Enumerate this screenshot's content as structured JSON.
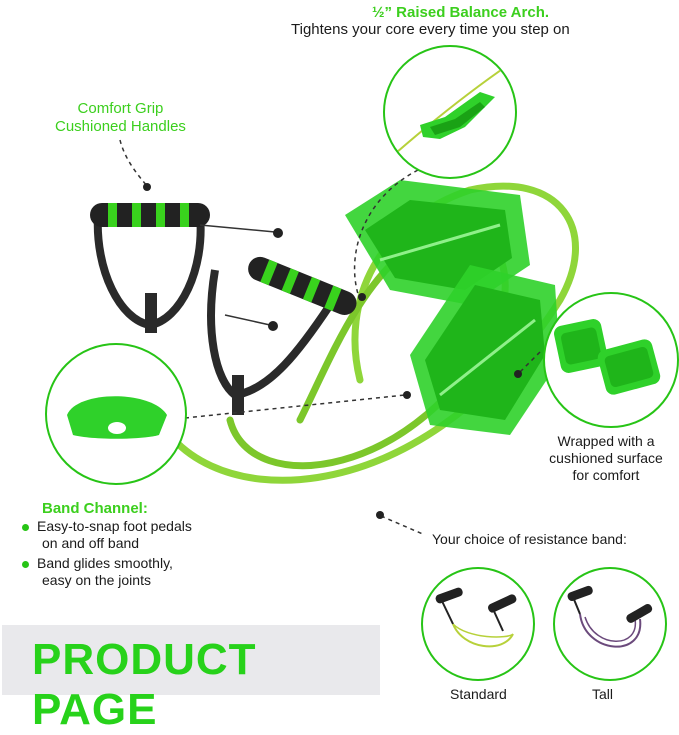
{
  "labels": {
    "arch_title": "½” Raised Balance Arch.",
    "arch_desc": "Tightens your core every time you step on",
    "grip_line1": "Comfort Grip",
    "grip_line2": "Cushioned Handles",
    "surface_line1": "Wrapped with a",
    "surface_line2": "cushioned surface",
    "surface_line3": "for comfort",
    "channel_title": "Band Channel:",
    "channel_bullet1_line1": "Easy-to-snap foot pedals",
    "channel_bullet1_line2": "on and off band",
    "channel_bullet2_line1": "Band glides smoothly,",
    "channel_bullet2_line2": "easy on the joints",
    "resistance_title": "Your choice of resistance band:",
    "option_standard": "Standard",
    "option_tall": "Tall",
    "banner": "PRODUCT PAGE"
  },
  "colors": {
    "accent_green": "#27c416",
    "band_green": "#8fd63a",
    "pedal_green": "#2fd12a",
    "tall_band": "#6b4a7c",
    "banner_bg": "#e9e9ec"
  }
}
